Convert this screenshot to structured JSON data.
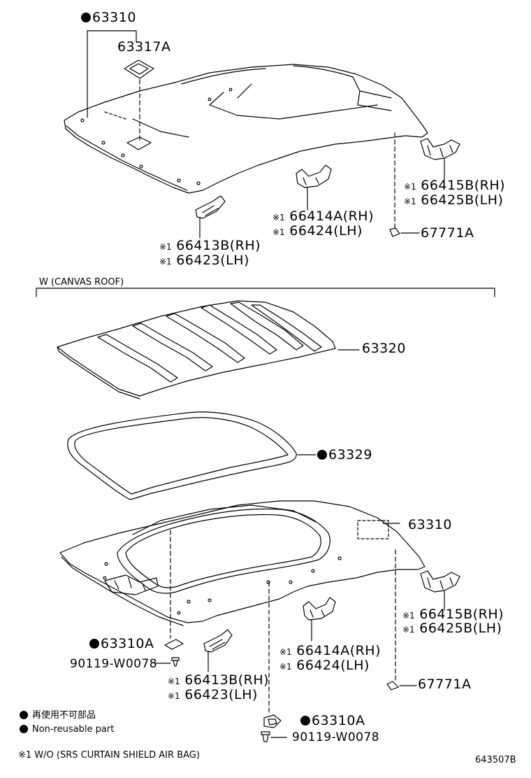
{
  "legend": {
    "ja": "再使用不可部品",
    "en": "Non-reusable part",
    "note": "※1 W/O (SRS CURTAIN SHIELD AIR BAG)"
  },
  "section_label": "W (CANVAS ROOF)",
  "note_mark": "※1",
  "drawing_number": "643507B",
  "top_parts": {
    "headliner": "63310",
    "pad": "63317A",
    "holder_rear": [
      "66415B(RH)",
      "66425B(LH)"
    ],
    "holder_mid": [
      "66414A(RH)",
      "66424(LH)"
    ],
    "holder_front": [
      "66413B(RH)",
      "66423(LH)"
    ],
    "clip": "67771A"
  },
  "canvas_parts": {
    "panel": "63320",
    "seal": "63329",
    "headliner": "63310",
    "plate_1": "63310A",
    "screw_1": "90119-W0078",
    "plate_2": "63310A",
    "screw_2": "90119-W0078",
    "holder_rear": [
      "66415B(RH)",
      "66425B(LH)"
    ],
    "holder_mid": [
      "66414A(RH)",
      "66424(LH)"
    ],
    "holder_front": [
      "66413B(RH)",
      "66423(LH)"
    ],
    "clip": "67771A"
  }
}
